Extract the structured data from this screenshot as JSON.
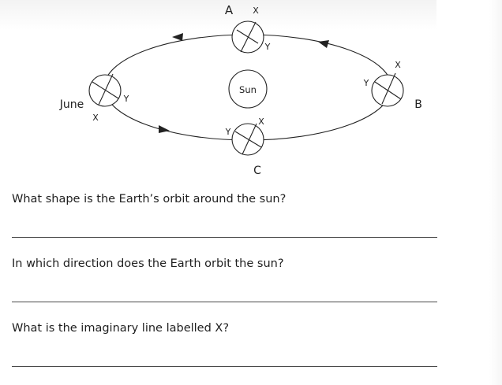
{
  "diagram": {
    "sun_label": "Sun",
    "positions": [
      {
        "id": "A",
        "label": "A",
        "axis_x": "X",
        "axis_y": "Y"
      },
      {
        "id": "B",
        "label": "B",
        "axis_x": "X",
        "axis_y": "Y"
      },
      {
        "id": "C",
        "label": "C",
        "axis_x": "X",
        "axis_y": "Y"
      },
      {
        "id": "june",
        "label": "June",
        "axis_x": "X",
        "axis_y": "Y"
      }
    ]
  },
  "questions": [
    {
      "text": "What shape is the Earth’s orbit around the sun?"
    },
    {
      "text": "In which direction does the Earth orbit the sun?"
    },
    {
      "text": "What is the imaginary line labelled X?"
    }
  ]
}
